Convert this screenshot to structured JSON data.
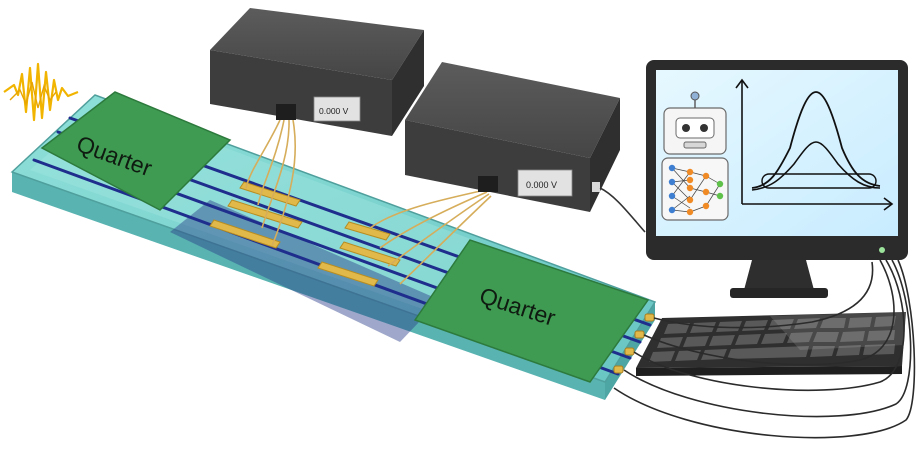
{
  "quarters": [
    {
      "label": "Quarter"
    },
    {
      "label": "Quarter"
    }
  ],
  "voltmeters": [
    {
      "reading": "0.000 V"
    },
    {
      "reading": "0.000 V"
    }
  ],
  "colors": {
    "glass": "#7fd3cf",
    "quarter_plate": "#3f9b52",
    "fiber": "#1f2e8c",
    "gold_pad": "#e1b94a",
    "voltmeter_body": "#4a4a4a",
    "signal": "#f1b400",
    "monitor_frame": "#2b2b2b"
  },
  "icons": [
    "signal-wave-icon",
    "robot-icon",
    "neural-network-icon",
    "spectrum-plot-icon",
    "keyboard-icon"
  ]
}
